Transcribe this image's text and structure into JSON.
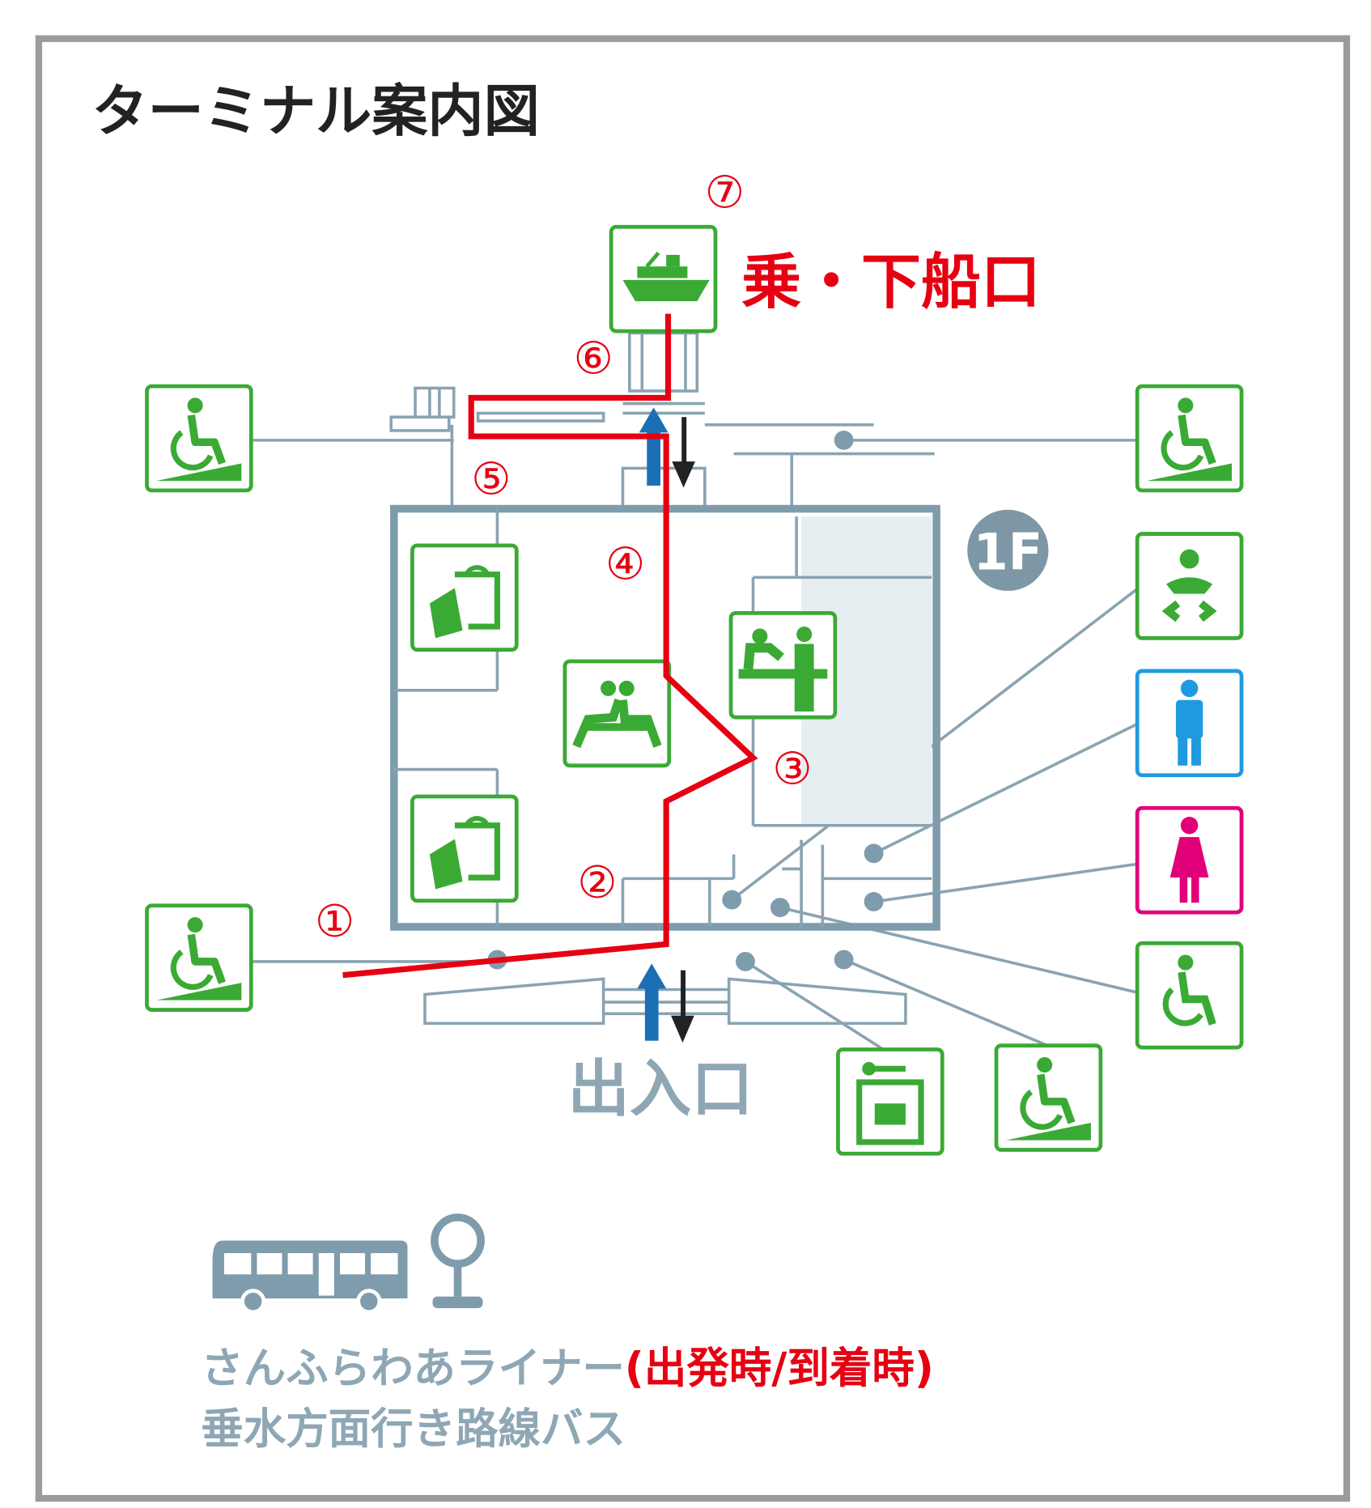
{
  "title": "ターミナル案内図",
  "floor_badge": "1F",
  "boarding_gate_label": "乗・下船口",
  "entrance_label": "出入口",
  "route_steps": [
    "①",
    "②",
    "③",
    "④",
    "⑤",
    "⑥",
    "⑦"
  ],
  "bus": {
    "line1_main": "さんふらわあライナー",
    "line1_note": "(出発時/到着時)",
    "line2": "垂水方面行き路線バス"
  },
  "colors": {
    "route": "#e60012",
    "facility_green": "#3aaa35",
    "male": "#1e9be0",
    "female": "#e2007a",
    "map_gray": "#7f9cad"
  },
  "icons": [
    "ship-icon",
    "wheelchair-ramp-icon",
    "shop-icon",
    "waiting-area-icon",
    "information-counter-icon",
    "baby-care-icon",
    "mens-restroom-icon",
    "womens-restroom-icon",
    "accessible-restroom-icon",
    "coin-locker-icon",
    "bus-icon",
    "bus-stop-icon",
    "up-arrow-icon",
    "down-arrow-icon"
  ]
}
